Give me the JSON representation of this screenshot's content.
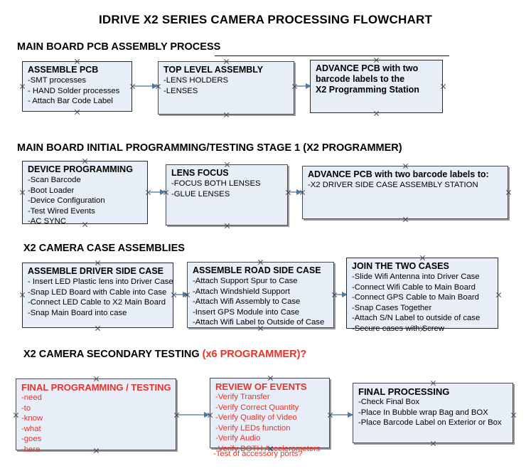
{
  "document": {
    "title": "IDRIVE X2  SERIES CAMERA PROCESSING FLOWCHART"
  },
  "colors": {
    "box_fill": "#e8eef7",
    "box_border": "#2a2a2a",
    "arrow": "#8fa6bd",
    "arrow_head": "#4e78a8",
    "accent_red": "#e8322a",
    "text": "#000000"
  },
  "sections": [
    {
      "id": "pcb-assembly",
      "heading": "MAIN BOARD PCB ASSEMBLY PROCESS",
      "heading_accent": "",
      "nodes": [
        {
          "id": "assemble-pcb",
          "title": "ASSEMBLE PCB",
          "lines": [
            "-SMT processes",
            "- HAND Solder processes",
            "- Attach Bar Code Label"
          ]
        },
        {
          "id": "top-level-assembly",
          "title": "TOP LEVEL ASSEMBLY",
          "lines": [
            "-LENS HOLDERS",
            "-LENSES"
          ]
        },
        {
          "id": "advance-pcb-programming-station",
          "title": "ADVANCE PCB with two",
          "lines": [
            "barcode labels to the",
            " X2 Programming Station"
          ]
        }
      ]
    },
    {
      "id": "initial-programming",
      "heading": "MAIN BOARD INITIAL PROGRAMMING/TESTING STAGE 1 (X2 PROGRAMMER)",
      "heading_accent": "",
      "nodes": [
        {
          "id": "device-programming",
          "title": "DEVICE PROGRAMMING",
          "lines": [
            "-Scan Barcode",
            "-Boot Loader",
            "-Device Configuration",
            "-Test Wired Events",
            "-AC SYNC"
          ]
        },
        {
          "id": "lens-focus",
          "title": "LENS FOCUS",
          "lines": [
            "-FOCUS BOTH LENSES",
            "-GLUE LENSES"
          ]
        },
        {
          "id": "advance-pcb-driver-side",
          "title": "ADVANCE PCB with two barcode labels to:",
          "lines": [
            "-X2 DRIVER  SIDE  CASE  ASSEMBLY STATION"
          ]
        }
      ]
    },
    {
      "id": "case-assemblies",
      "heading": "X2 CAMERA CASE ASSEMBLIES",
      "heading_accent": "",
      "nodes": [
        {
          "id": "assemble-driver-side-case",
          "title": "ASSEMBLE DRIVER SIDE CASE",
          "lines": [
            "- Insert LED Plastic lens into Driver Case",
            "-Snap LED Board with Cable into Case",
            "-Connect LED Cable to X2 Main Board",
            "-Snap Main Board into case"
          ]
        },
        {
          "id": "assemble-road-side-case",
          "title": "ASSEMBLE ROAD SIDE CASE",
          "lines": [
            "-Attach Support Spur to Case",
            "-Attach Windshield Support",
            "-Attach Wifi Assembly to Case",
            "-Insert GPS Module into Case",
            "-Attach Wifi Label to Outside of Case"
          ]
        },
        {
          "id": "join-the-two-cases",
          "title": "JOIN THE TWO CASES",
          "lines": [
            "-Slide Wifi Antenna into Driver Case",
            "-Connect Wifi Cable to Main Board",
            "-Connect GPS Cable to Main Board",
            "-Snap Cases Together",
            "-Attach S/N Label to outside of case",
            "-Secure cases with Screw"
          ]
        }
      ]
    },
    {
      "id": "secondary-testing",
      "heading": "X2 CAMERA SECONDARY TESTING ",
      "heading_accent": "(x6 PROGRAMMER)?",
      "nodes": [
        {
          "id": "final-programming-testing",
          "title": "FINAL PROGRAMMING / TESTING",
          "lines": [
            "-need",
            "-to",
            "-know",
            "-what",
            "-goes",
            "-here"
          ]
        },
        {
          "id": "review-of-events",
          "title": "REVIEW OF EVENTS",
          "lines": [
            "-Verify Transfer",
            "-Verify Correct Quantity",
            "-Verify Quality of Video",
            "-Verify LEDs function",
            "-Verify Audio",
            "-Verify BOTH Accelerometers"
          ],
          "overflow_line": "-Test of accessory ports?"
        },
        {
          "id": "final-processing",
          "title": "FINAL PROCESSING",
          "lines": [
            " -Check Final Box",
            "-Place In Bubble wrap Bag and BOX",
            "-Place Barcode Label on Exterior or Box"
          ]
        }
      ]
    }
  ]
}
